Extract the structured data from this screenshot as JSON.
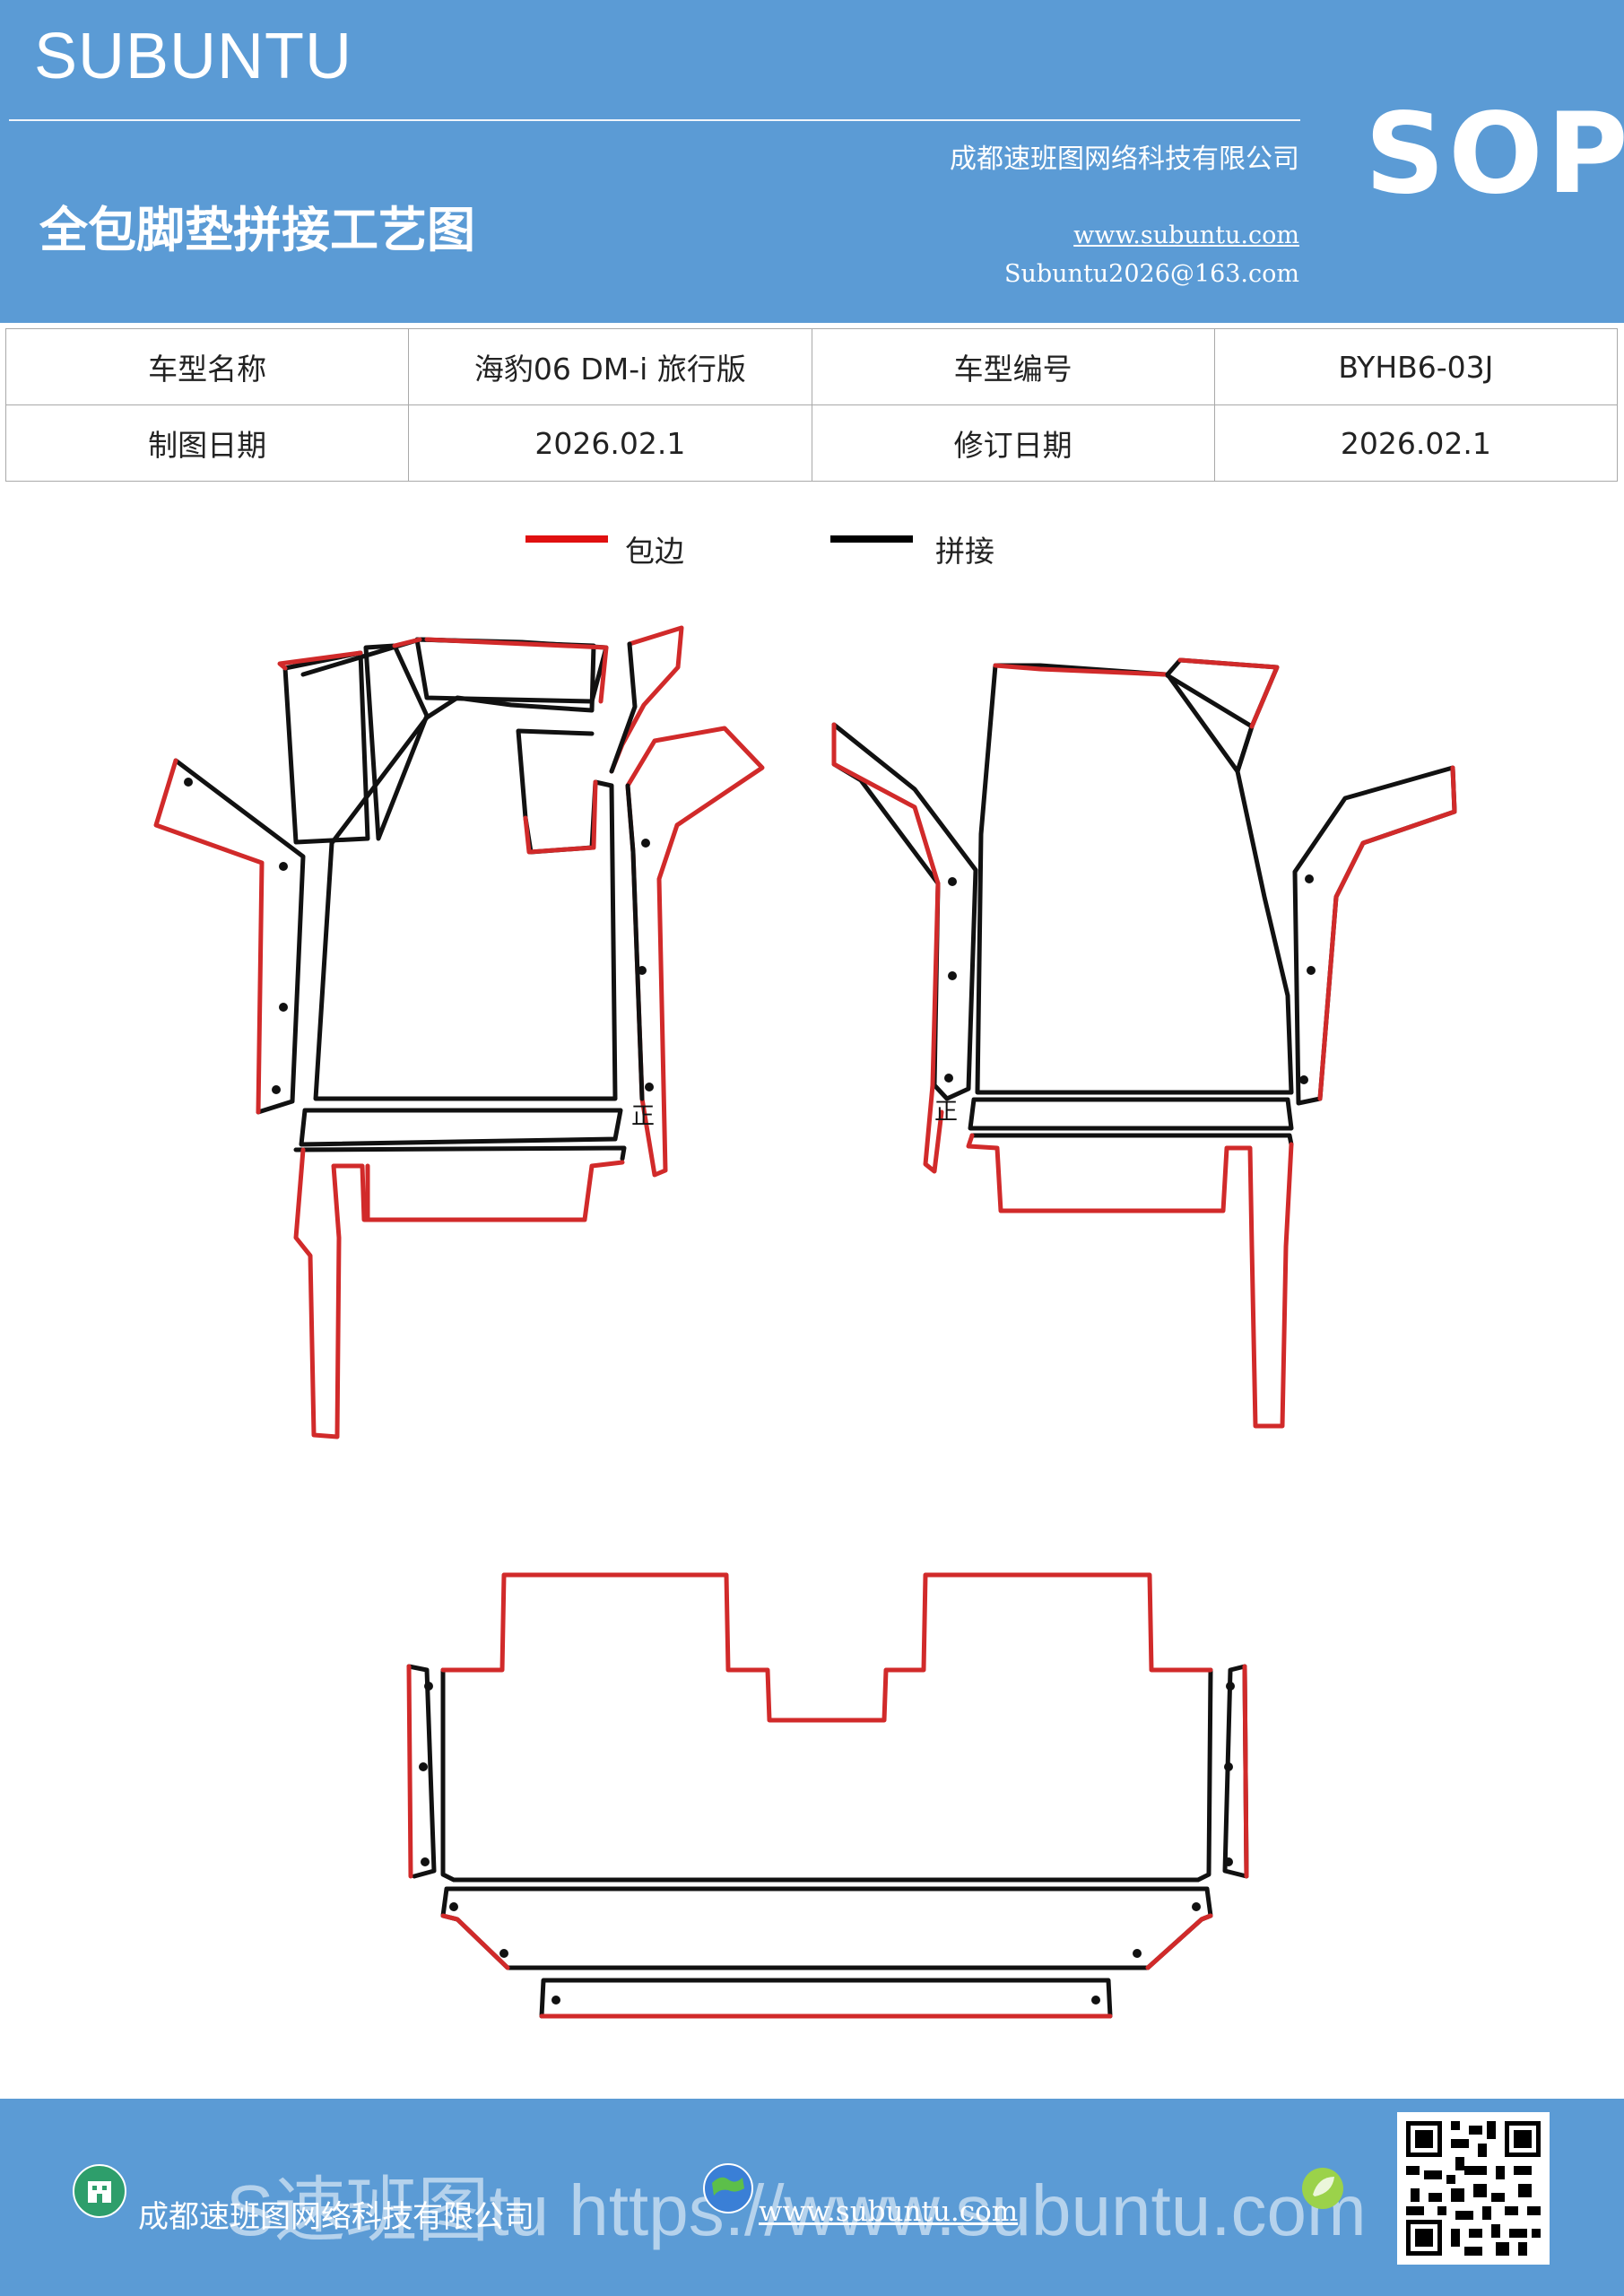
{
  "header": {
    "brand": "SUBUNTU",
    "title": "全包脚垫拼接工艺图",
    "company": "成都速班图网络科技有限公司",
    "website": "www.subuntu.com",
    "email": "Subuntu2026@163.com",
    "badge": "SOP"
  },
  "info_table": {
    "rows": [
      [
        "车型名称",
        "海豹06  DM-i 旅行版",
        "车型编号",
        "BYHB6-03J"
      ],
      [
        "制图日期",
        "2026.02.1",
        "修订日期",
        "2026.02.1"
      ]
    ]
  },
  "legend": {
    "items": [
      {
        "label": "包边",
        "color": "#e01010"
      },
      {
        "label": "拼接",
        "color": "#000000"
      }
    ]
  },
  "drawing": {
    "front_mark_left": "正",
    "front_mark_right": "正",
    "colors": {
      "edge": "#d12a2a",
      "seam": "#111111"
    }
  },
  "footer": {
    "company": "成都速班图网络科技有限公司",
    "website": "www.subuntu.com",
    "watermark": "S速班图tu https://www.subuntu.com",
    "icon_home": "building-icon",
    "icon_globe": "globe-icon",
    "icon_leaf": "leaf-icon",
    "qr": "qr-code"
  }
}
